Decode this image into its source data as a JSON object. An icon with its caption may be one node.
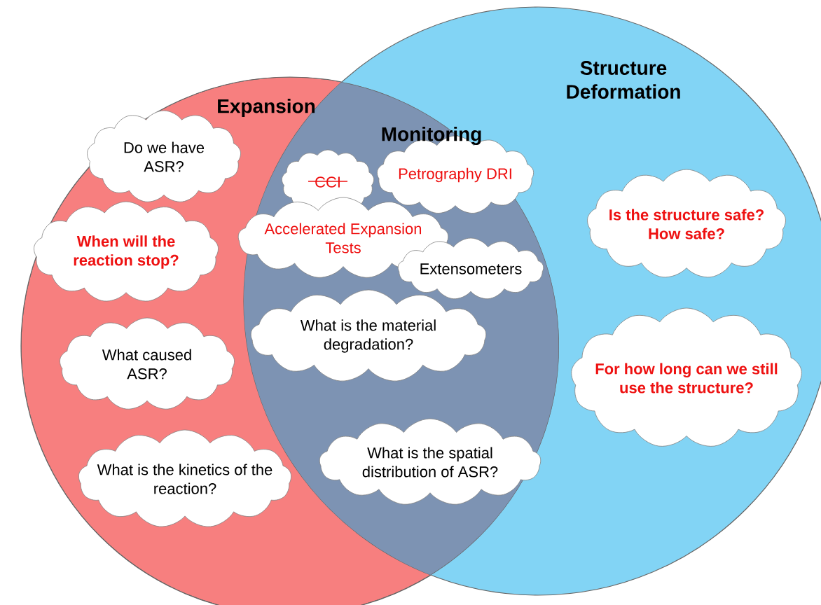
{
  "diagram": {
    "nodes": [
      {
        "text": [
          "Expansion"
        ]
      },
      {
        "text": [
          "Structure Deformation"
        ]
      },
      {
        "text": [
          "Do we have ASR?"
        ],
        "in": 0
      },
      {
        "text": [
          "When will the reaction stop?"
        ],
        "in": 0
      },
      {
        "text": [
          "What caused ASR?"
        ],
        "in": 0
      },
      {
        "text": [
          "What is the kinetics of the reaction?"
        ],
        "in": 0
      },
      {
        "text": [
          "CCI"
        ]
      },
      {
        "text": [
          "Petrography DRI"
        ]
      },
      {
        "text": [
          "Accelerated Expansion Tests"
        ]
      },
      {
        "text": [
          "Extensometers"
        ]
      },
      {
        "text": [
          "What is the material degradation?"
        ]
      },
      {
        "text": [
          "What is the spatial distribution of ASR?"
        ]
      },
      {
        "text": [
          "Is the structure safe? How safe?"
        ],
        "in": 1
      },
      {
        "text": [
          "For how long can we still use the structure?"
        ],
        "in": 1
      }
    ],
    "labels": [
      "Monitoring"
    ]
  }
}
